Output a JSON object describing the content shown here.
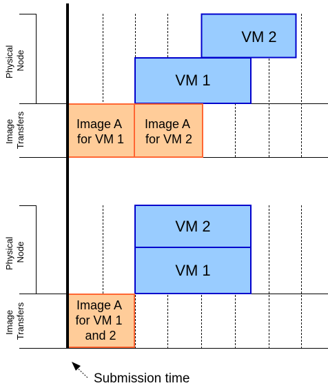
{
  "row_labels": {
    "physical_node": [
      "Physical",
      "Node"
    ],
    "image_transfers": [
      "Image",
      "Transfers"
    ]
  },
  "top": {
    "vms": [
      "VM 2",
      "VM 1"
    ],
    "transfers": [
      [
        "Image A",
        "for VM 1"
      ],
      [
        "Image A",
        "for VM 2"
      ]
    ]
  },
  "bottom": {
    "vms": [
      "VM 2",
      "VM 1"
    ],
    "transfers": [
      [
        "Image A",
        "for VM 1",
        "and 2"
      ]
    ]
  },
  "annotation": "Submission time",
  "colors": {
    "vm_fill": "#99ccff",
    "vm_stroke": "#0000cc",
    "transfer_fill": "#ffcc99",
    "transfer_stroke": "#ff6633"
  }
}
